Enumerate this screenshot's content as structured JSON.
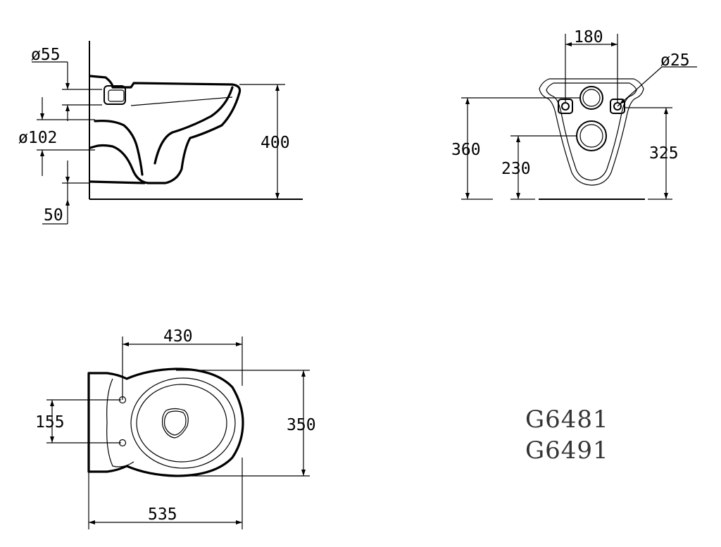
{
  "side_view": {
    "dims": {
      "inlet_diameter": "ø55",
      "outlet_diameter": "ø102",
      "floor_offset": "50",
      "height": "400"
    }
  },
  "rear_view": {
    "dims": {
      "bolt_spacing": "180",
      "bolt_diameter": "ø25",
      "inlet_height": "360",
      "outlet_height": "230",
      "bolt_height": "325"
    }
  },
  "top_view": {
    "dims": {
      "bowl_length": "430",
      "depth": "535",
      "width": "350",
      "bolt_spacing": "155"
    }
  },
  "models": [
    "G6481",
    "G6491"
  ]
}
